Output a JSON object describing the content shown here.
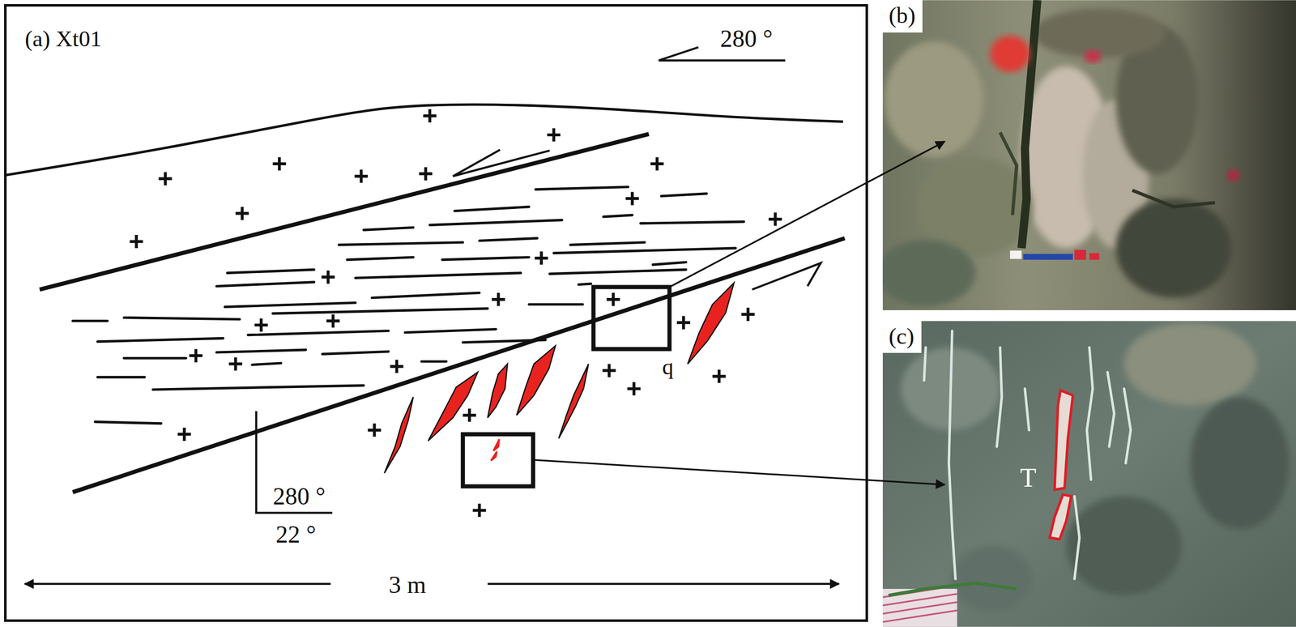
{
  "diagram": {
    "nodes": [
      {
        "text": [
          "(a) Xt01"
        ]
      },
      {
        "text": [
          "(b)"
        ]
      },
      {
        "text": [
          "(c)"
        ]
      }
    ],
    "labels": [
      "280 °",
      "q",
      "280 °",
      "22 °",
      "3 m",
      "T"
    ]
  }
}
